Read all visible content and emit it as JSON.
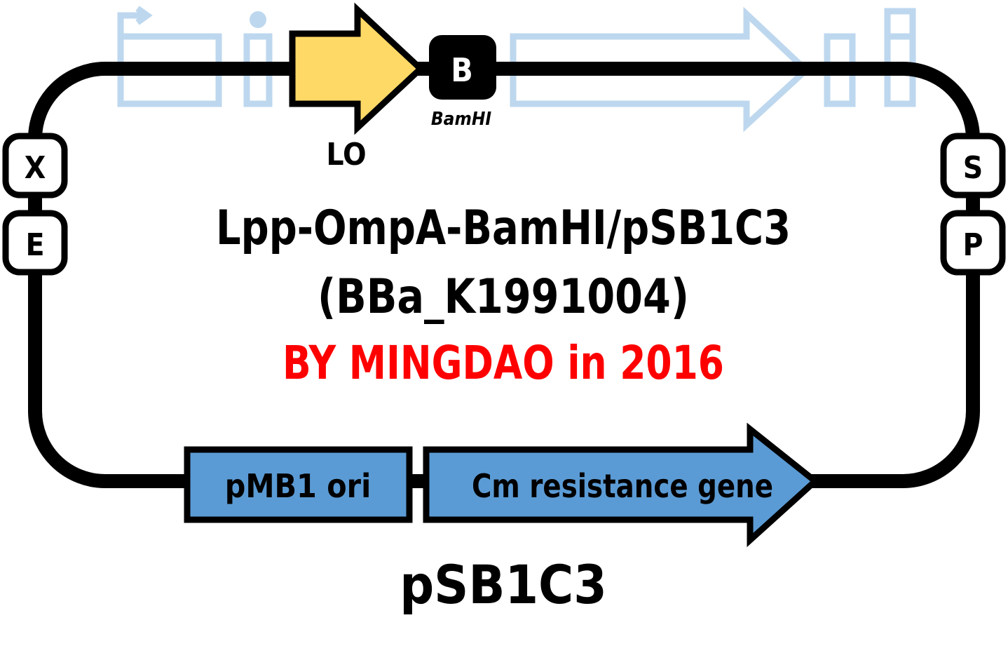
{
  "diagram": {
    "title_line1": "Lpp-OmpA-BamHI/pSB1C3",
    "title_line2": "(BBa_K1991004)",
    "credit": "BY MINGDAO in 2016",
    "backbone_label": "pSB1C3",
    "sites": {
      "xbai": "X",
      "ecori": "E",
      "spei": "S",
      "psti": "P",
      "bamhi": "B",
      "bamhi_name": "BamHI"
    },
    "parts": {
      "insert_label": "LO",
      "ori_label": "pMB1 ori",
      "resistance_label": "Cm resistance gene"
    }
  },
  "colors": {
    "outline": "#000000",
    "insert_fill": "#FFD966",
    "backbone_part_fill": "#5B9BD5",
    "watermark": "#BDD7EE",
    "credit": "#FF0000"
  }
}
